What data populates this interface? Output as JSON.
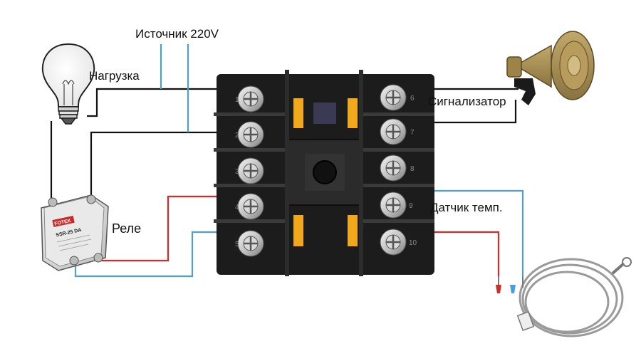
{
  "labels": {
    "source": "Источник 220V",
    "load": "Нагрузка",
    "alarm": "Сигнализатор",
    "sensor": "Датчик темп.",
    "relay": "Реле"
  },
  "relay_marking": {
    "brand": "FOTEK",
    "model": "SSR-25 DA"
  },
  "terminals": {
    "left": [
      "1",
      "2",
      "3",
      "4",
      "5"
    ],
    "right": [
      "6",
      "7",
      "8",
      "9",
      "10"
    ]
  },
  "colors": {
    "wire_black": "#111111",
    "wire_blue": "#4a9fd8",
    "wire_red": "#d62a2a",
    "block_body": "#1c1c1c",
    "terminal_accent": "#f2a81d",
    "siren_body": "#a58d52"
  },
  "icons": {
    "load": "light-bulb-icon",
    "alarm": "siren-horn-icon",
    "relay": "solid-state-relay-icon",
    "sensor": "thermocouple-probe-icon"
  }
}
